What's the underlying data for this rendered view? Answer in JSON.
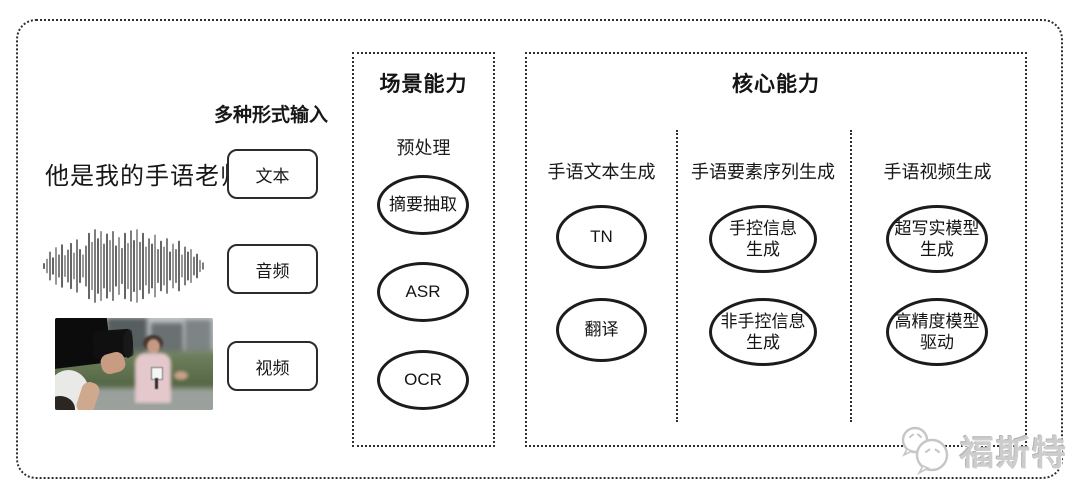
{
  "colors": {
    "line": "#2f2f2f",
    "ellipse_stroke": "#1c1c1c",
    "watermark": "#cdcdcd",
    "background": "#ffffff"
  },
  "input_section": {
    "label": "多种形式输入",
    "sample_text": "他是我的手语老师",
    "items": [
      {
        "label": "文本"
      },
      {
        "label": "音频"
      },
      {
        "label": "视频"
      }
    ]
  },
  "scene_box": {
    "title": "场景能力",
    "subtitle": "预处理",
    "nodes": [
      {
        "lines": [
          "摘要抽取"
        ]
      },
      {
        "lines": [
          "ASR"
        ]
      },
      {
        "lines": [
          "OCR"
        ]
      }
    ]
  },
  "core_box": {
    "title": "核心能力",
    "columns": [
      {
        "header": "手语文本生成",
        "nodes": [
          {
            "lines": [
              "TN"
            ]
          },
          {
            "lines": [
              "翻译"
            ]
          }
        ]
      },
      {
        "header": "手语要素序列生成",
        "nodes": [
          {
            "lines": [
              "手控信息",
              "生成"
            ]
          },
          {
            "lines": [
              "非手控信息",
              "生成"
            ]
          }
        ]
      },
      {
        "header": "手语视频生成",
        "nodes": [
          {
            "lines": [
              "超写实模型",
              "生成"
            ]
          },
          {
            "lines": [
              "高精度模型",
              "驱动"
            ]
          }
        ]
      }
    ]
  },
  "watermark": {
    "text": "福斯特"
  },
  "waveform": {
    "amplitudes": [
      0.06,
      0.18,
      0.38,
      0.22,
      0.5,
      0.3,
      0.58,
      0.28,
      0.44,
      0.62,
      0.35,
      0.72,
      0.45,
      0.3,
      0.55,
      0.9,
      0.65,
      1.0,
      0.75,
      0.95,
      0.6,
      0.88,
      0.7,
      0.95,
      0.55,
      0.78,
      0.48,
      0.9,
      0.62,
      0.97,
      0.7,
      1.0,
      0.65,
      0.9,
      0.52,
      0.75,
      0.6,
      0.85,
      0.45,
      0.68,
      0.52,
      0.75,
      0.38,
      0.6,
      0.45,
      0.68,
      0.3,
      0.52,
      0.38,
      0.45,
      0.24,
      0.32,
      0.15,
      0.08
    ]
  }
}
